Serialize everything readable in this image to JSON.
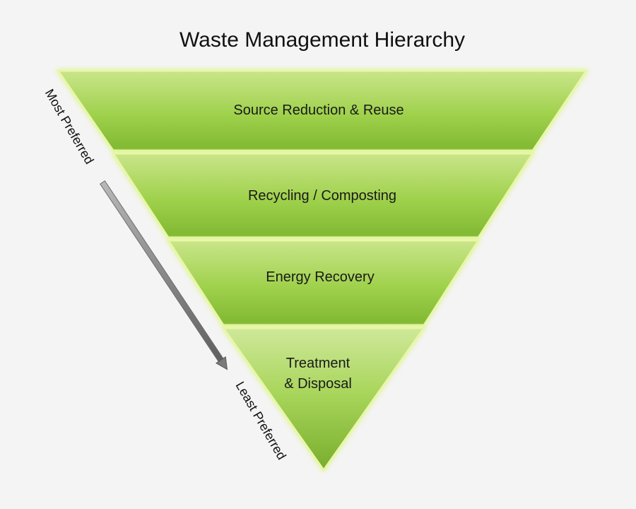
{
  "title": "Waste Management Hierarchy",
  "tiers": [
    {
      "lines": [
        "Source Reduction & Reuse"
      ]
    },
    {
      "lines": [
        "Recycling / Composting"
      ]
    },
    {
      "lines": [
        "Energy Recovery"
      ]
    },
    {
      "lines": [
        "Treatment",
        "& Disposal"
      ]
    }
  ],
  "scale": {
    "top_label": "Most Preferred",
    "bottom_label": "Least Preferred"
  },
  "colors": {
    "tier_light": "#c9e58a",
    "tier_mid": "#9fd14c",
    "tier_dark": "#7fb731",
    "tier_edge": "#e8f7a6",
    "arrow": "#8a8a8a",
    "background": "#f4f4f4"
  }
}
